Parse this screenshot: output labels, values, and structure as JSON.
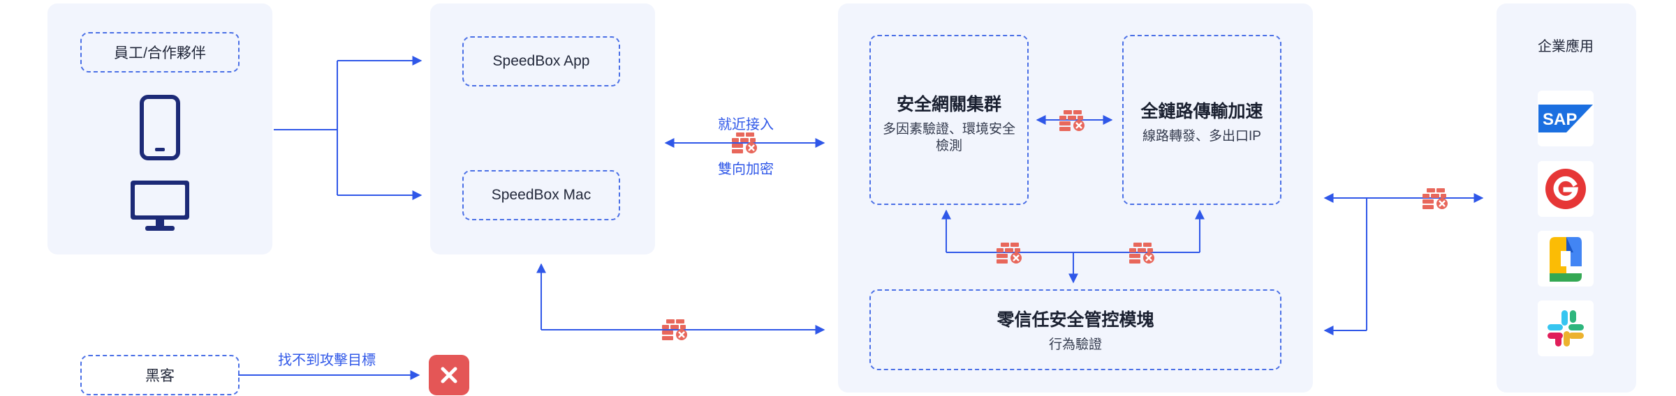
{
  "users": {
    "label": "員工/合作夥伴",
    "icons": [
      "phone-icon",
      "monitor-icon"
    ]
  },
  "clients": {
    "app": "SpeedBox App",
    "mac": "SpeedBox Mac"
  },
  "link": {
    "top": "就近接入",
    "bottom": "雙向加密"
  },
  "gateway": {
    "title": "安全網關集群",
    "subtitle": "多因素驗證、環境安全檢測"
  },
  "acceleration": {
    "title": "全鏈路傳輸加速",
    "subtitle": "線路轉發、多出口IP"
  },
  "zero_trust": {
    "title": "零信任安全管控模塊",
    "subtitle": "行為驗證"
  },
  "hacker": {
    "label": "黑客",
    "note": "找不到攻擊目標"
  },
  "apps": {
    "title": "企業應用",
    "sap_text": "SAP",
    "items": [
      "sap-logo",
      "g-logo",
      "google-docs-logo",
      "slack-logo"
    ]
  },
  "colors": {
    "panel": "#f2f5fd",
    "accent": "#2f57e8",
    "firewall": "#e8675b",
    "blocked": "#e45656",
    "device": "#1c2a77"
  }
}
